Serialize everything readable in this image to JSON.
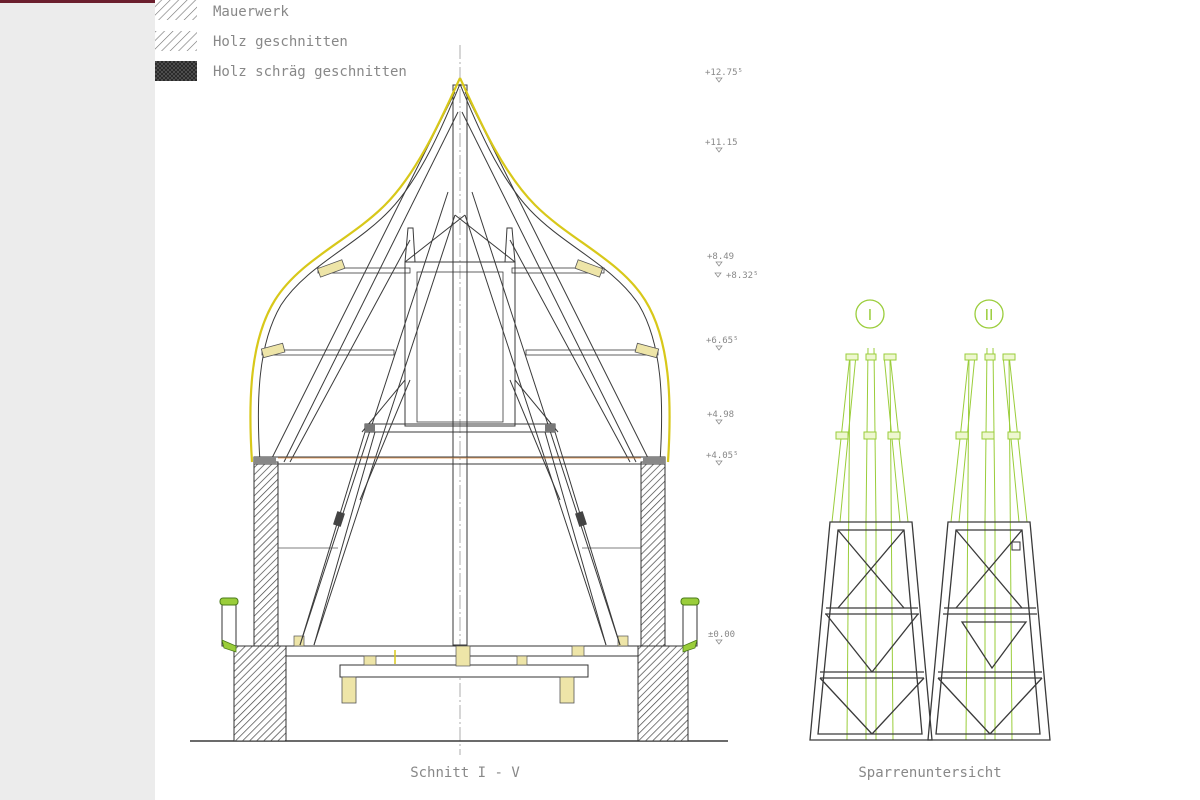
{
  "legend": {
    "items": [
      {
        "label": "Mauerwerk",
        "swatch": "hatch-fine"
      },
      {
        "label": "Holz  geschnitten",
        "swatch": "hatch-wood"
      },
      {
        "label": "Holz  schräg  geschnitten",
        "swatch": "hatch-cross"
      }
    ]
  },
  "elevations": [
    "+12.75⁵",
    "+11.15",
    "+8.49",
    "+8.32⁵",
    "+6.65⁵",
    "+4.98",
    "+4.05⁵",
    "±0.00"
  ],
  "views": {
    "section_title": "Schnitt  I - V",
    "rafter_title": "Sparrenuntersicht",
    "marker_1": "I",
    "marker_2": "II"
  },
  "colors": {
    "frame": "#6b1f2e",
    "roof_outline": "#d8c81a",
    "highlight": "#9acd3a",
    "ink": "#3a3a3a",
    "timber_fill": "#eee5a8"
  }
}
